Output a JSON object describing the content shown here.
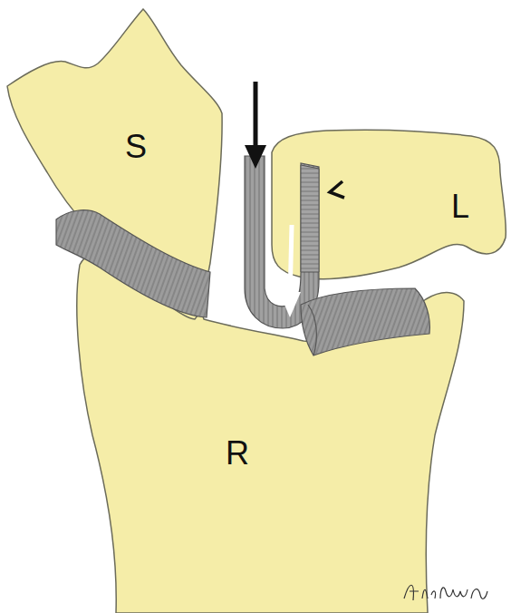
{
  "diagram": {
    "labels": [
      "S",
      "L",
      "R"
    ]
  }
}
